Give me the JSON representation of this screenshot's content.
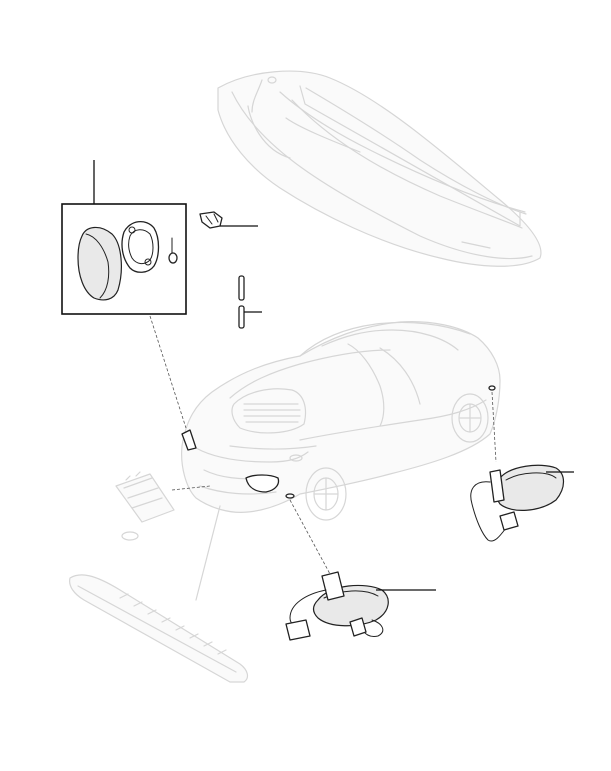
{
  "diagram": {
    "background": "#ffffff",
    "line_color": "#222222",
    "ghost_color": "#d6d6d6",
    "parts": [
      {
        "name": "rear-bumper-reflector-assembly",
        "boxed": true
      },
      {
        "name": "wiring-clip"
      },
      {
        "name": "fastener-pins"
      },
      {
        "name": "rh-side-repeater-lamp"
      },
      {
        "name": "lh-side-repeater-lamp"
      },
      {
        "name": "licence-plate-lamp"
      },
      {
        "name": "high-mounted-stop-lamp"
      }
    ]
  }
}
